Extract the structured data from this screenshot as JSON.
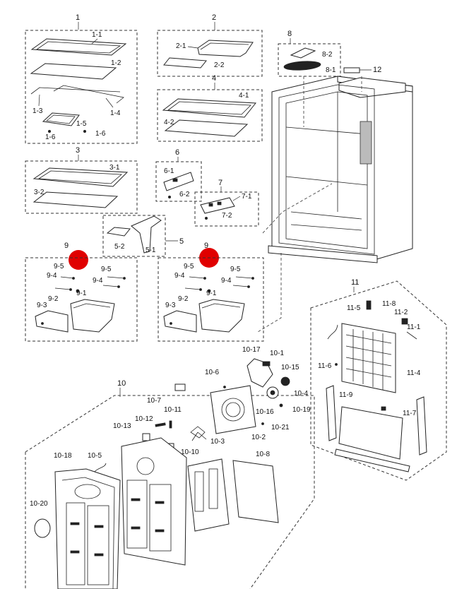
{
  "colors": {
    "line": "#222222",
    "marker": "#e00000",
    "background": "#ffffff"
  },
  "groups": {
    "g1": "1",
    "g2": "2",
    "g3": "3",
    "g4": "4",
    "g6": "6",
    "g7": "7",
    "g8": "8",
    "g9a": "9",
    "g9b": "9",
    "g10": "10",
    "g11": "11",
    "g12": "12",
    "g5": "5"
  },
  "labels": {
    "l1_1": "1-1",
    "l1_2": "1-2",
    "l1_3": "1-3",
    "l1_4": "1-4",
    "l1_5": "1-5",
    "l1_6a": "1-6",
    "l1_6b": "1-6",
    "l2_1": "2-1",
    "l2_2": "2-2",
    "l3_1": "3-1",
    "l3_2": "3-2",
    "l4_1": "4-1",
    "l4_2": "4-2",
    "l5_1": "5-1",
    "l5_2": "5-2",
    "l6_1": "6-1",
    "l6_2": "6-2",
    "l7_1": "7-1",
    "l7_2": "7-2",
    "l8_1": "8-1",
    "l8_2": "8-2",
    "l9_1a": "9-1",
    "l9_2a": "9-2",
    "l9_3a": "9-3",
    "l9_4a": "9-4",
    "l9_4b": "9-4",
    "l9_5a": "9-5",
    "l9_5b": "9-5",
    "l9_1b": "9-1",
    "l9_2b": "9-2",
    "l9_3b": "9-3",
    "l9_4c": "9-4",
    "l9_4d": "9-4",
    "l9_5c": "9-5",
    "l9_5d": "9-5",
    "l10_1": "10-1",
    "l10_2": "10-2",
    "l10_3": "10-3",
    "l10_4": "10-4",
    "l10_5": "10-5",
    "l10_6": "10-6",
    "l10_7": "10-7",
    "l10_8": "10-8",
    "l10_10": "10-10",
    "l10_11": "10-11",
    "l10_12": "10-12",
    "l10_13": "10-13",
    "l10_15": "10-15",
    "l10_16": "10-16",
    "l10_17": "10-17",
    "l10_18": "10-18",
    "l10_19": "10-19",
    "l10_20": "10-20",
    "l10_21": "10-21",
    "l11_1": "11-1",
    "l11_2": "11-2",
    "l11_4": "11-4",
    "l11_5": "11-5",
    "l11_6": "11-6",
    "l11_7": "11-7",
    "l11_8": "11-8",
    "l11_9": "11-9"
  }
}
